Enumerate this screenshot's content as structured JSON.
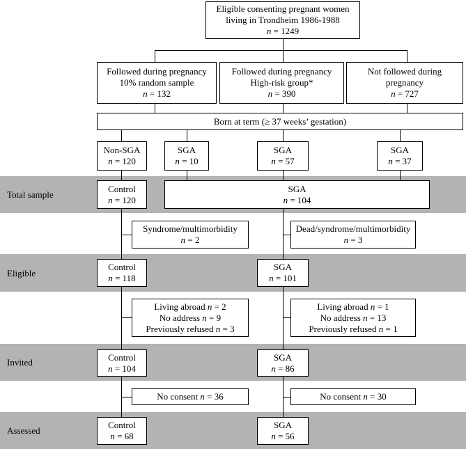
{
  "stages": {
    "total": "Total sample",
    "eligible": "Eligible",
    "invited": "Invited",
    "assessed": "Assessed"
  },
  "boxes": {
    "top": [
      {
        "t": "Eligible consenting pregnant women"
      },
      {
        "t": "living in Trondheim 1986-1988"
      },
      {
        "n": "n",
        "t": " = 1249"
      }
    ],
    "followed_random": [
      {
        "t": "Followed during pregnancy"
      },
      {
        "t": "10% random sample"
      },
      {
        "n": "n",
        "t": " = 132"
      }
    ],
    "followed_highrisk": [
      {
        "t": "Followed during pregnancy"
      },
      {
        "t": "High-risk group*"
      },
      {
        "n": "n",
        "t": " = 390"
      }
    ],
    "not_followed": [
      {
        "t": "Not followed during"
      },
      {
        "t": "pregnancy"
      },
      {
        "n": "n",
        "t": " = 727"
      }
    ],
    "born_at_term": [
      {
        "t": "Born at term (≥ 37 weeks’ gestation)"
      }
    ],
    "nonsga_120": [
      {
        "t": "Non-SGA"
      },
      {
        "n": "n",
        "t": " = 120"
      }
    ],
    "sga_10": [
      {
        "t": "SGA"
      },
      {
        "n": "n",
        "t": " = 10"
      }
    ],
    "sga_57": [
      {
        "t": "SGA"
      },
      {
        "n": "n",
        "t": " = 57"
      }
    ],
    "sga_37": [
      {
        "t": "SGA"
      },
      {
        "n": "n",
        "t": " = 37"
      }
    ],
    "total_control": [
      {
        "t": "Control"
      },
      {
        "n": "n",
        "t": " = 120"
      }
    ],
    "total_sga": [
      {
        "t": "SGA"
      },
      {
        "n": "n",
        "t": " = 104"
      }
    ],
    "excl_control_1": [
      {
        "t": "Syndrome/multimorbidity"
      },
      {
        "n": "n",
        "t": " = 2"
      }
    ],
    "excl_sga_1": [
      {
        "t": "Dead/syndrome/multimorbidity"
      },
      {
        "n": "n",
        "t": " = 3"
      }
    ],
    "eligible_control": [
      {
        "t": "Control"
      },
      {
        "n": "n",
        "t": " = 118"
      }
    ],
    "eligible_sga": [
      {
        "t": "SGA"
      },
      {
        "n": "n",
        "t": " = 101"
      }
    ],
    "excl_control_2": [
      {
        "t": "Living abroad ",
        "n": "n",
        "t2": " = 2"
      },
      {
        "t": "No address ",
        "n": "n",
        "t2": " = 9"
      },
      {
        "t": "Previously refused ",
        "n": "n",
        "t2": " = 3"
      }
    ],
    "excl_sga_2": [
      {
        "t": "Living abroad ",
        "n": "n",
        "t2": " = 1"
      },
      {
        "t": "No address ",
        "n": "n",
        "t2": " = 13"
      },
      {
        "t": "Previously refused ",
        "n": "n",
        "t2": " = 1"
      }
    ],
    "invited_control": [
      {
        "t": "Control"
      },
      {
        "n": "n",
        "t": " = 104"
      }
    ],
    "invited_sga": [
      {
        "t": "SGA"
      },
      {
        "n": "n",
        "t": " = 86"
      }
    ],
    "excl_control_3": [
      {
        "t": "No consent ",
        "n": "n",
        "t2": " = 36"
      }
    ],
    "excl_sga_3": [
      {
        "t": "No consent ",
        "n": "n",
        "t2": " = 30"
      }
    ],
    "assessed_control": [
      {
        "t": "Control"
      },
      {
        "n": "n",
        "t": " = 68"
      }
    ],
    "assessed_sga": [
      {
        "t": "SGA"
      },
      {
        "n": "n",
        "t": " = 56"
      }
    ]
  }
}
